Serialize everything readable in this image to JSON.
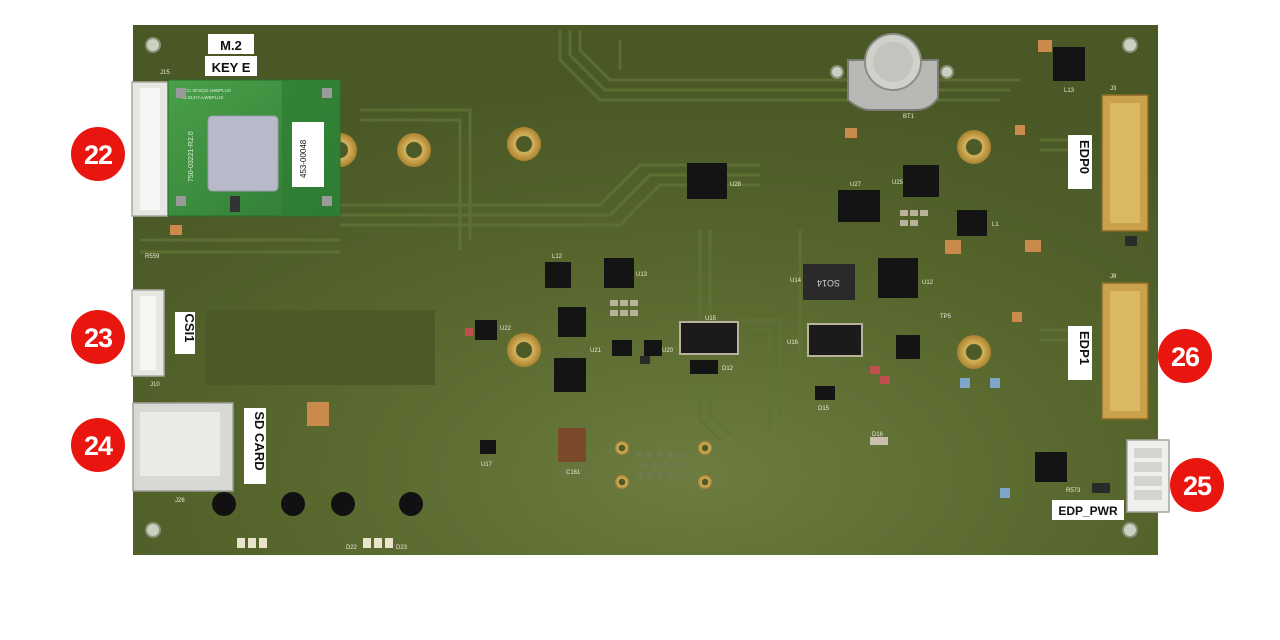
{
  "colors": {
    "board": "#4f5f2a",
    "board_dark": "#3f4d20",
    "trace": "#5a6c32",
    "callout": "#e8160f",
    "module": "#3e8c3c",
    "pad_gold": "#c8a24a"
  },
  "labels": {
    "m2": "M.2",
    "key_e": "KEY E",
    "csi": "CSI1",
    "sd_card": "SD CARD",
    "edp0": "EDP0",
    "edp1": "EDP1",
    "edp_pwr": "EDP_PWR"
  },
  "callouts": [
    "22",
    "23",
    "24",
    "25",
    "26"
  ],
  "silkscreen": {
    "j15": "J15",
    "j10": "J10",
    "j26": "J26",
    "j3": "J3",
    "j8": "J8",
    "bt1": "BT1",
    "u28": "U28",
    "u13": "U13",
    "u14": "U14",
    "u15": "U15",
    "u16": "U16",
    "u25": "U25",
    "u27": "U27",
    "u12": "U12",
    "u17": "U17",
    "u20": "U20",
    "u21": "U21",
    "l1": "L1",
    "l12": "L12",
    "l13": "L13",
    "d12": "D12",
    "d15": "D15",
    "d16": "D16",
    "d22": "D22",
    "d23": "D23",
    "so14": "SO14",
    "r559": "R559",
    "c161": "C161",
    "module_id": "453-00048",
    "module_line1": "750-03221-R2.0",
    "module_line2": "FCC ID:SQG-LWBPLUS",
    "module_line3": "IC:3147A-LWBPLUS",
    "tp5": "TP5",
    "r573": "R573",
    "u22": "U22"
  }
}
